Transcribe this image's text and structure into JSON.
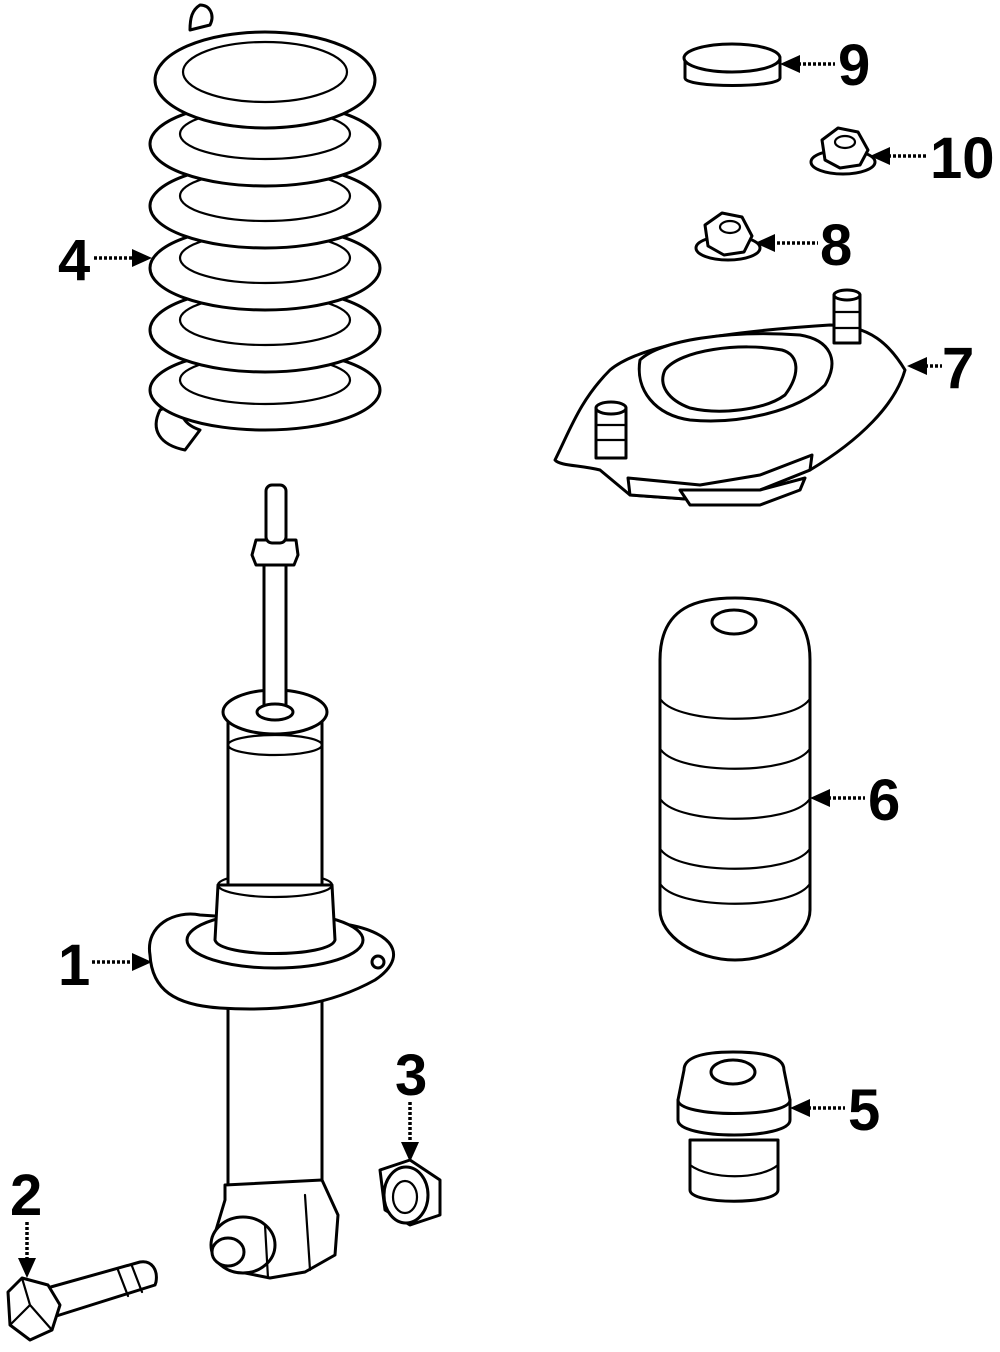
{
  "diagram": {
    "callouts": {
      "strut_assembly": "1",
      "bolt": "2",
      "nut_lower": "3",
      "coil_spring": "4",
      "bump_stop": "5",
      "dust_boot": "6",
      "upper_mount": "7",
      "mount_nut": "8",
      "cap": "9",
      "rod_nut": "10"
    },
    "colors": {
      "line": "#000000",
      "background": "#ffffff"
    }
  }
}
